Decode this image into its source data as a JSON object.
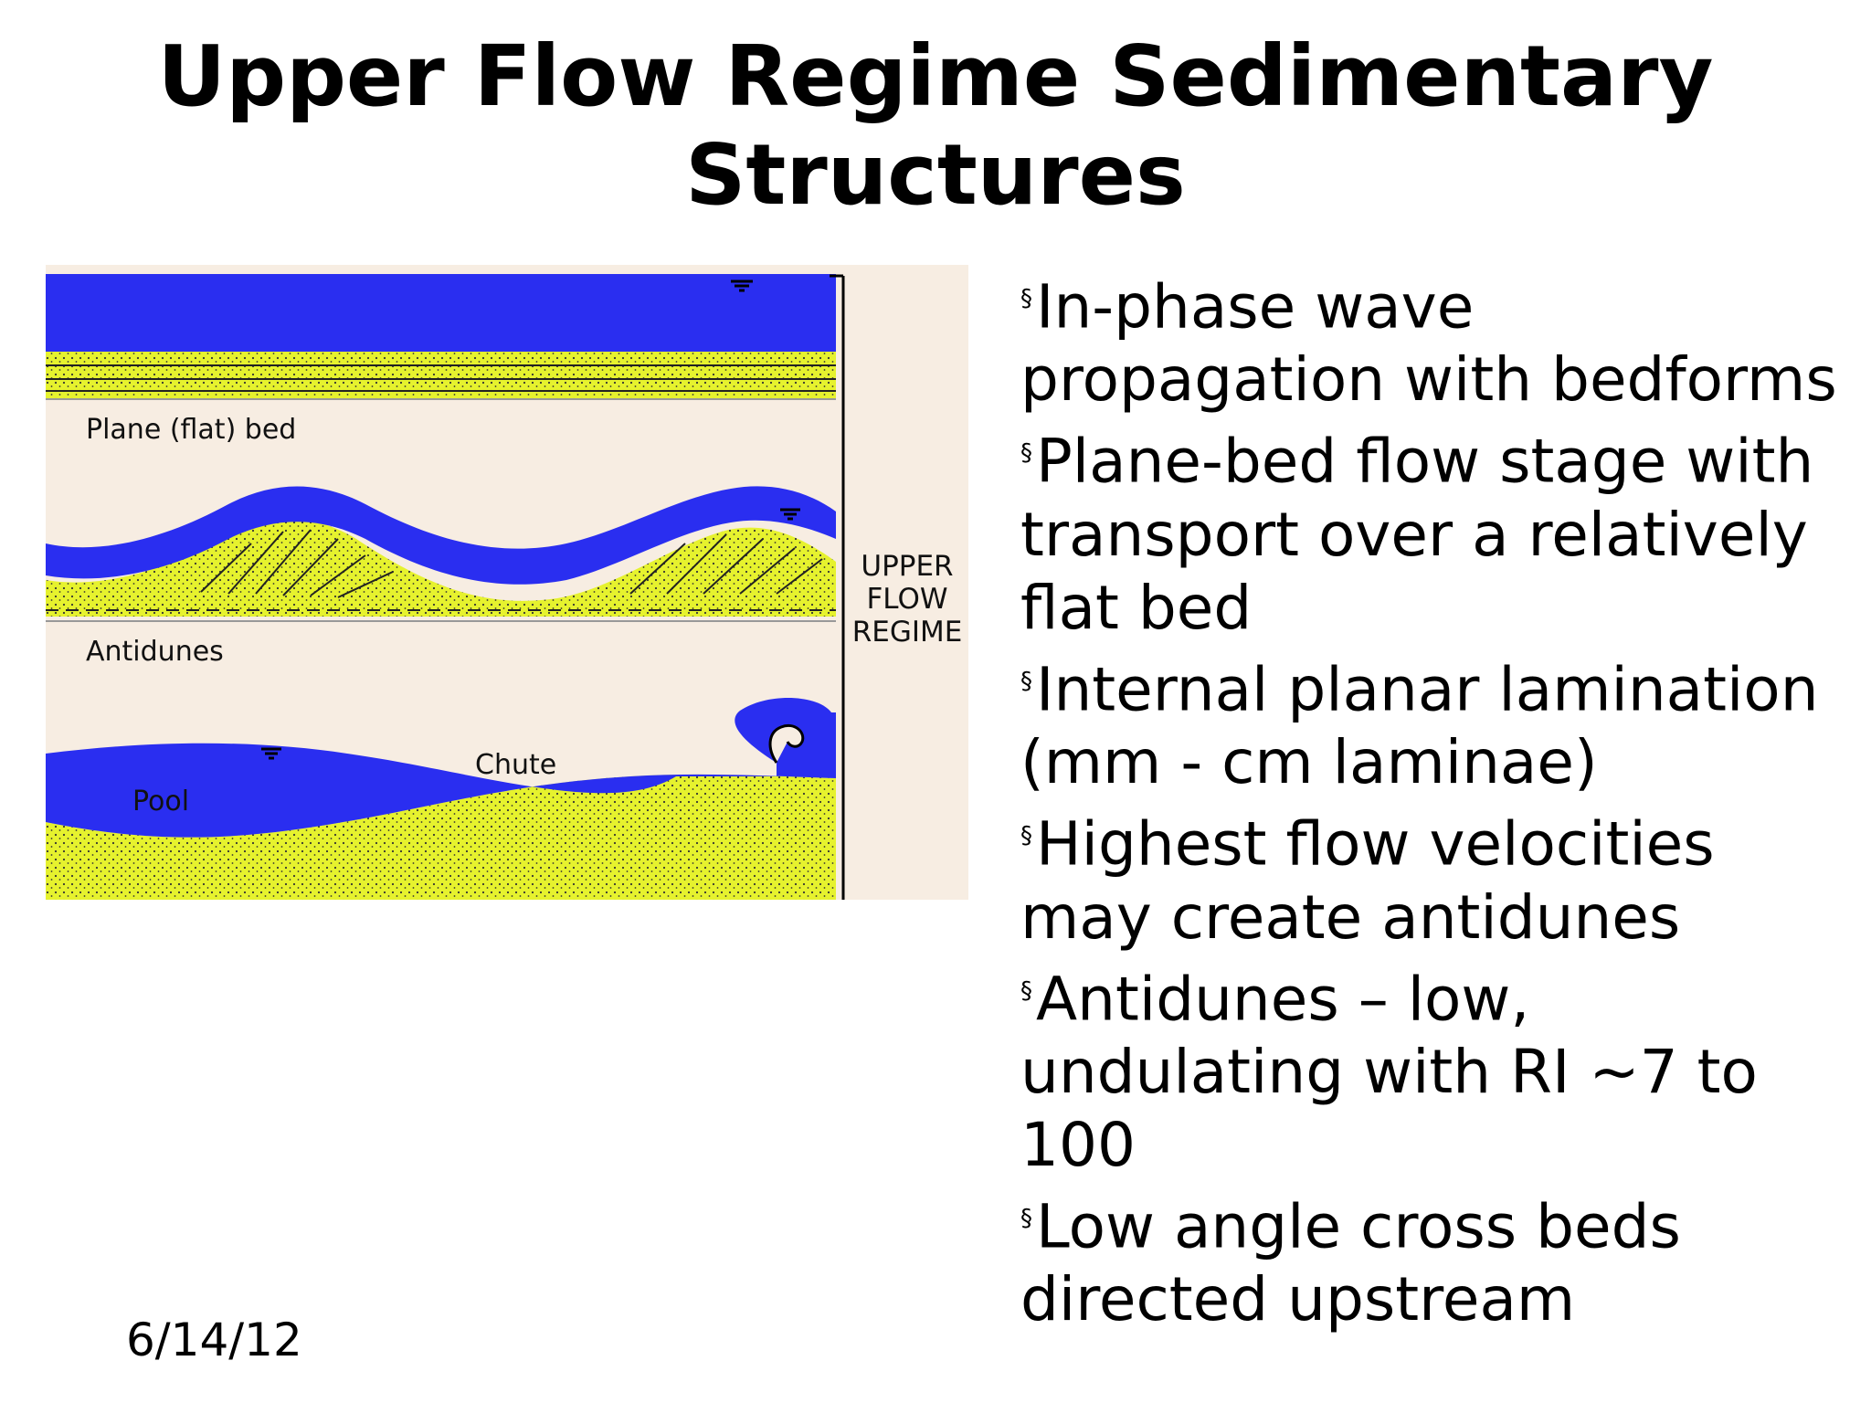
{
  "slide": {
    "title_line1": "Upper Flow Regime Sedimentary",
    "title_line2": "Structures",
    "date": "6/14/12"
  },
  "figure": {
    "labels": {
      "plane_bed": "Plane (flat) bed",
      "antidunes": "Antidunes",
      "chute": "Chute",
      "pool": "Pool",
      "regime_line1": "UPPER",
      "regime_line2": "FLOW",
      "regime_line3": "REGIME"
    },
    "colors": {
      "water": "#2a2ef0",
      "sediment": "#e6f22e",
      "background": "#f7ede2"
    }
  },
  "bullets": {
    "bullet_symbol": "§",
    "items": [
      "In-phase wave propagation with bedforms",
      "Plane-bed flow stage with transport over a relatively flat bed",
      "Internal planar lamination (mm - cm laminae)",
      "Highest flow velocities may create antidunes",
      "Antidunes – low, undulating with RI ~7 to 100",
      "Low angle cross beds directed upstream"
    ]
  }
}
